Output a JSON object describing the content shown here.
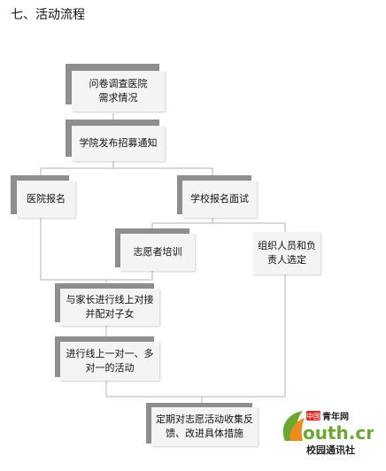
{
  "title": "七、活动流程",
  "nodes": {
    "n1": {
      "line1": "问卷调查医院",
      "line2": "需求情况"
    },
    "n2": {
      "line1": "学院发布招募通知"
    },
    "n3": {
      "line1": "医院报名"
    },
    "n4": {
      "line1": "学校报名面试"
    },
    "n5": {
      "line1": "志愿者培训"
    },
    "n6": {
      "line1": "组织人员和负",
      "line2": "责人选定"
    },
    "n7": {
      "line1": "与家长进行线上对接",
      "line2": "并配对子女"
    },
    "n8": {
      "line1": "进行线上一对一、多",
      "line2": "对一的活动"
    },
    "n9": {
      "line1": "定期对志愿活动收集反",
      "line2": "馈、改进具体措施"
    }
  },
  "logo": {
    "brand_cn": "中国",
    "brand_name": "青年网",
    "domain": "outh.cn",
    "agency": "校园通讯社",
    "colors": {
      "green": "#6aa832",
      "orange": "#ef8a1e",
      "red": "#d52b1e"
    }
  }
}
